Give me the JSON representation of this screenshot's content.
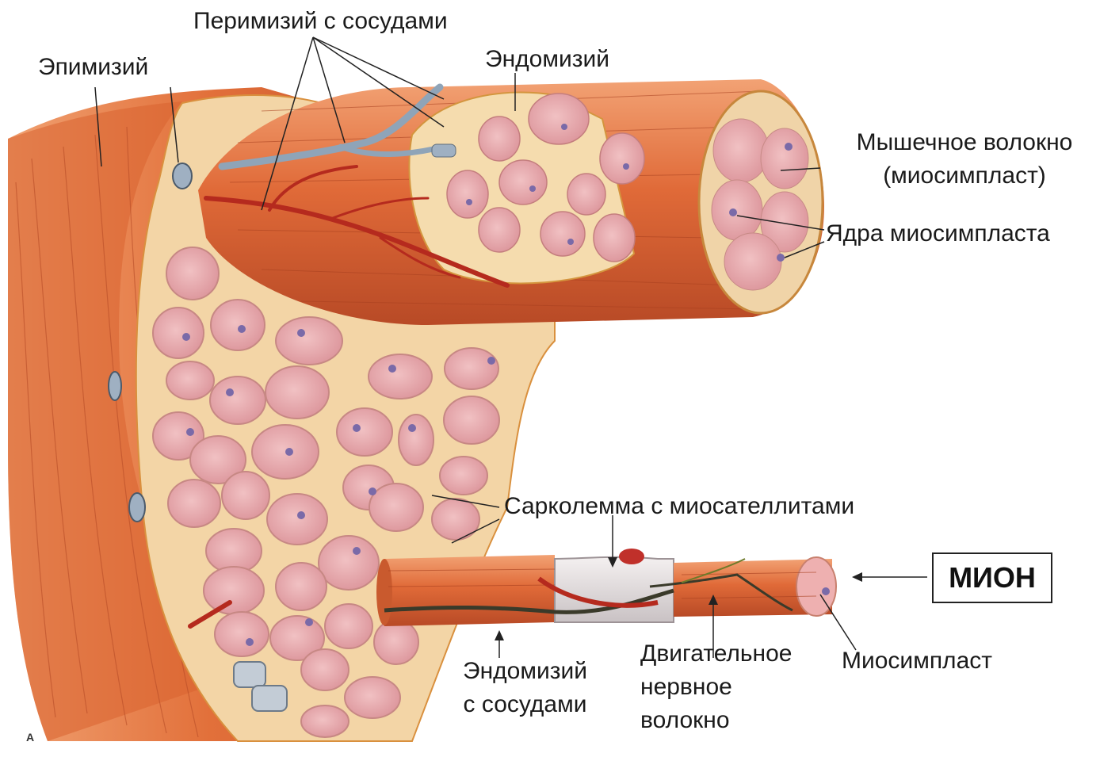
{
  "labels": {
    "perimysium": "Перимизий с сосудами",
    "epimysium": "Эпимизий",
    "endomysium_top": "Эндомизий",
    "muscle_fiber_1": "Мышечное волокно",
    "muscle_fiber_2": "(миосимпласт)",
    "nuclei": "Ядра миосимпласта",
    "sarcolemma": "Сарколемма с миосателлитами",
    "mion": "МИОН",
    "endomysium_vessels_1": "Эндомизий",
    "endomysium_vessels_2": "с сосудами",
    "motor_nerve_1": "Двигательное",
    "motor_nerve_2": "нервное",
    "motor_nerve_3": "волокно",
    "myosymplast": "Миосимпласт",
    "corner": "A"
  },
  "colors": {
    "muscle_orange": "#e2703a",
    "muscle_dark": "#c0502a",
    "fiber_pink": "#e9a9ad",
    "connective_cream": "#f6dfb2",
    "vessel_blue": "#8fa4b8",
    "vessel_red": "#b52a1e",
    "nucleus_purple": "#7a6aa8"
  }
}
